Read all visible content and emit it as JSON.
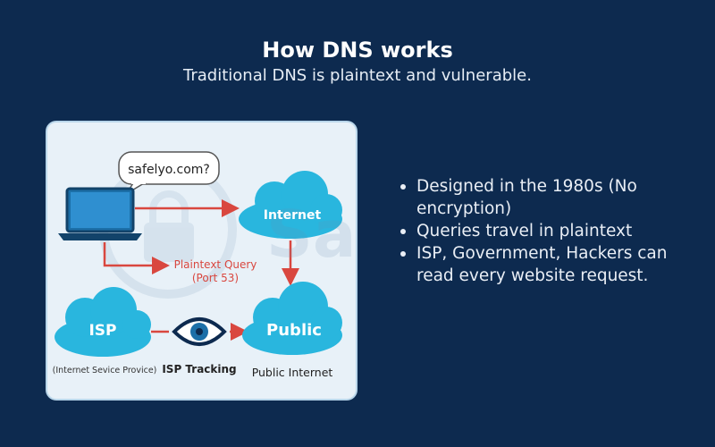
{
  "header": {
    "title": "How DNS works",
    "subtitle": "Traditional DNS is plaintext and vulnerable."
  },
  "diagram": {
    "speech_bubble": "safelyo.com?",
    "internet_label": "Internet",
    "query_label_line1": "Plaintext Query",
    "query_label_line2": "(Port 53)",
    "isp_label": "ISP",
    "isp_caption": "(Internet Sevice Provice)",
    "tracking_label": "ISP Tracking",
    "public_label": "Public",
    "public_caption": "Public Internet",
    "watermark_text": "Safelyo",
    "colors": {
      "cloud": "#29b6de",
      "arrow": "#d9473f",
      "laptop": "#1c6fa8",
      "panel_bg": "#e8f1f8"
    }
  },
  "bullets": [
    "Designed in the 1980s (No encryption)",
    "Queries travel in plaintext",
    "ISP, Government, Hackers can read every website request."
  ]
}
